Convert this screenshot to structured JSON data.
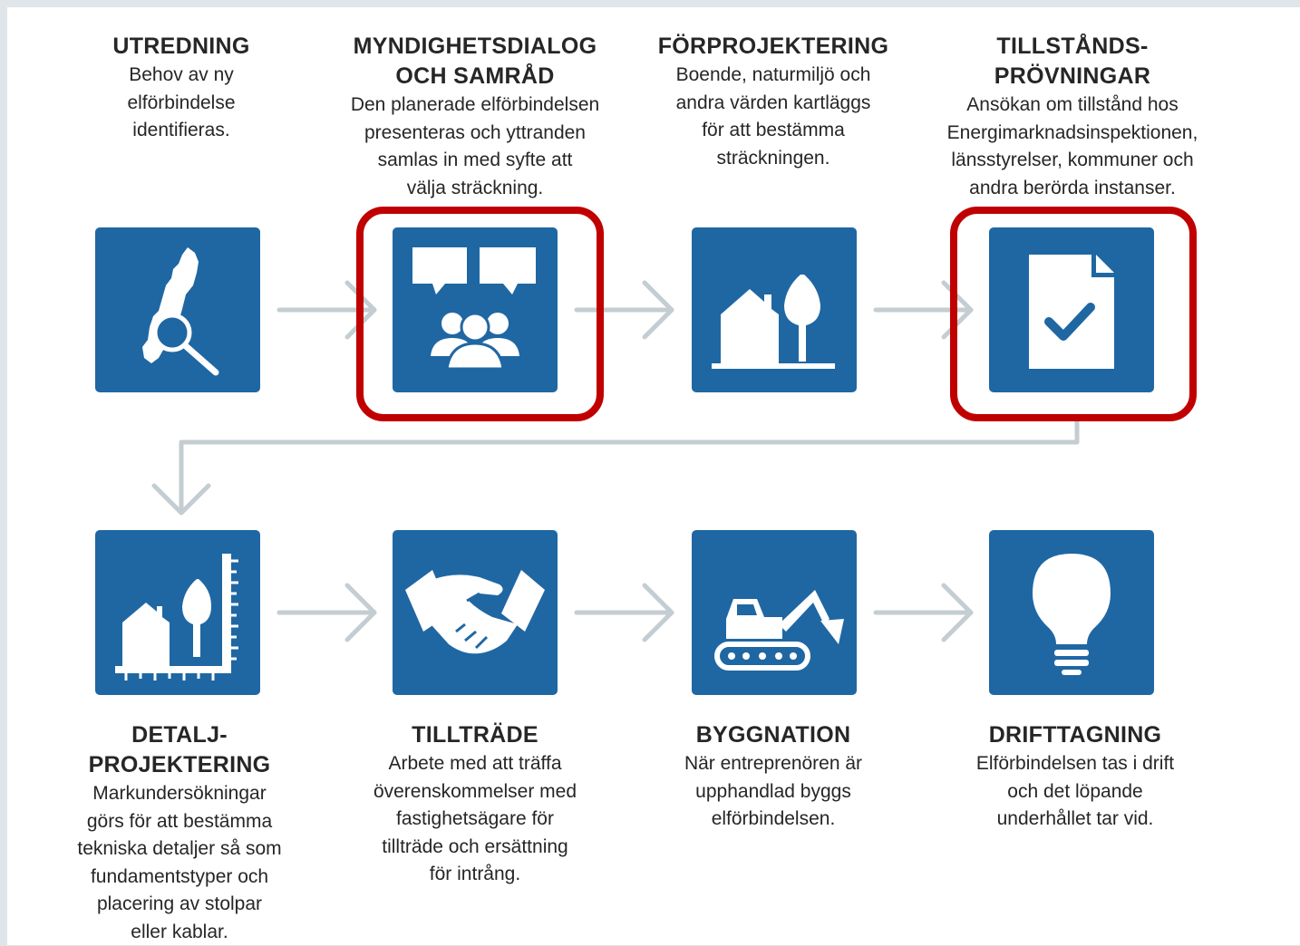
{
  "colors": {
    "tile": "#1f67a3",
    "arrow": "#c4cdd1",
    "highlight": "#c00000",
    "background": "#dfe5e8"
  },
  "steps": [
    {
      "title": "UTREDNING",
      "desc": "Behov av ny\nelförbindelse\nidentifieras.",
      "icon": "sweden-map-magnifier-icon",
      "highlighted": false
    },
    {
      "title": "MYNDIGHETSDIALOG\nOCH SAMRÅD",
      "desc": "Den planerade elförbindelsen\npresenteras och yttranden\nsamlas in med syfte att\nvälja sträckning.",
      "icon": "speech-bubbles-people-icon",
      "highlighted": true
    },
    {
      "title": "FÖRPROJEKTERING",
      "desc": "Boende, naturmiljö och\nandra värden kartläggs\nför att bestämma\nsträckningen.",
      "icon": "house-tree-icon",
      "highlighted": false
    },
    {
      "title": "TILLSTÅNDS-\nPRÖVNINGAR",
      "desc": "Ansökan om tillstånd hos\nEnergimarknadsinspektionen,\nlänsstyrelser, kommuner och\nandra berörda instanser.",
      "icon": "document-check-icon",
      "highlighted": true
    },
    {
      "title": "DETALJ-\nPROJEKTERING",
      "desc": "Markundersökningar\ngörs för att bestämma\ntekniska detaljer så som\nfundamentstyper och\nplacering av stolpar\neller kablar.",
      "icon": "house-tree-ruler-icon",
      "highlighted": false
    },
    {
      "title": "TILLTRÄDE",
      "desc": "Arbete med att träffa\növerenskommelser med\nfastighetsägare för\ntillträde och ersättning\nför intrång.",
      "icon": "handshake-icon",
      "highlighted": false
    },
    {
      "title": "BYGGNATION",
      "desc": "När entreprenören är\nupphandlad byggs\nelförbindelsen.",
      "icon": "excavator-icon",
      "highlighted": false
    },
    {
      "title": "DRIFTTAGNING",
      "desc": "Elförbindelsen tas i drift\noch det löpande\nunderhållet tar vid.",
      "icon": "lightbulb-icon",
      "highlighted": false
    }
  ]
}
